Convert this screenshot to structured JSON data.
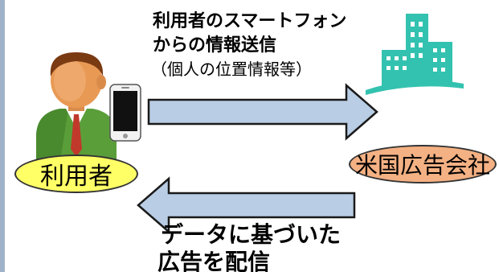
{
  "top_label": {
    "line1": "利用者のスマートフォン",
    "line2": "からの情報送信",
    "line3": "（個人の位置情報等）"
  },
  "user_label": "利用者",
  "company_label": "米国広告会社",
  "bottom_label": {
    "line1": "データに基づいた",
    "line2": "広告を配信"
  },
  "colors": {
    "arrow_fill": "#b9cde5",
    "arrow_stroke": "#1a1a1a",
    "user_oval": "#ffff66",
    "company_oval": "#f4b183",
    "building": "#33c2b0",
    "left_border": "#9fb3c8"
  },
  "icons": [
    "person-icon",
    "smartphone-icon",
    "office-building-icon"
  ]
}
